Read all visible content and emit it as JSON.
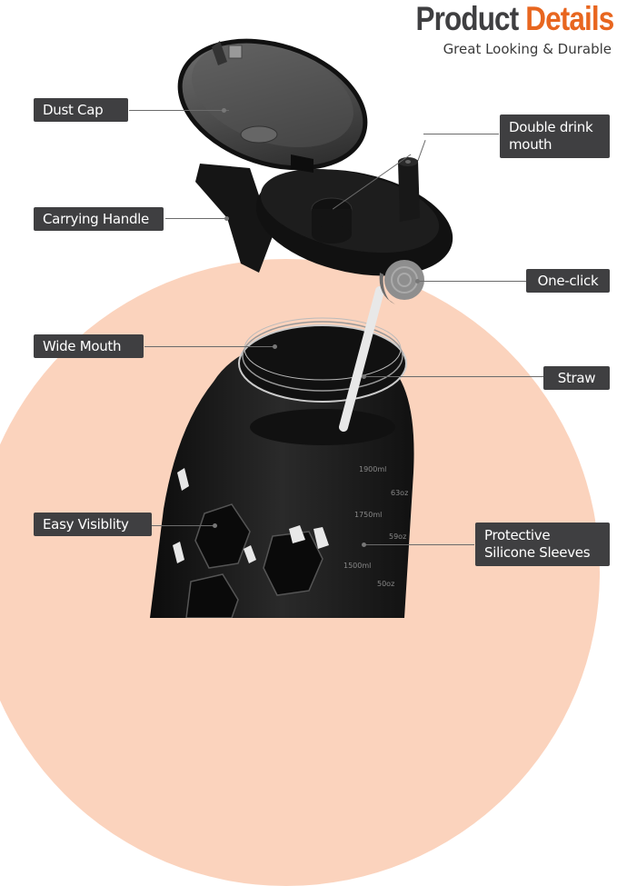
{
  "header": {
    "title_part1": "Product",
    "title_part2": "Details",
    "subtitle": "Great Looking & Durable"
  },
  "colors": {
    "title_dark": "#3f3f41",
    "title_accent": "#e8661f",
    "label_bg": "#3f3f41",
    "peach_bg": "#fbd3bd",
    "bottle": "#1a1a1a"
  },
  "callouts": [
    {
      "id": "dust-cap",
      "label": "Dust Cap"
    },
    {
      "id": "carrying-handle",
      "label": "Carrying Handle"
    },
    {
      "id": "wide-mouth",
      "label": "Wide Mouth"
    },
    {
      "id": "easy-visibility",
      "label": "Easy Visiblity"
    },
    {
      "id": "double-drink-mouth",
      "label_line1": "Double drink",
      "label_line2": "mouth"
    },
    {
      "id": "one-click",
      "label": "One-click"
    },
    {
      "id": "straw",
      "label": "Straw"
    },
    {
      "id": "protective-sleeves",
      "label_line1": "Protective",
      "label_line2": "Silicone Sleeves"
    }
  ],
  "bottle_markings": [
    "1900ml",
    "63oz",
    "1750ml",
    "59oz",
    "1500ml",
    "50oz"
  ]
}
